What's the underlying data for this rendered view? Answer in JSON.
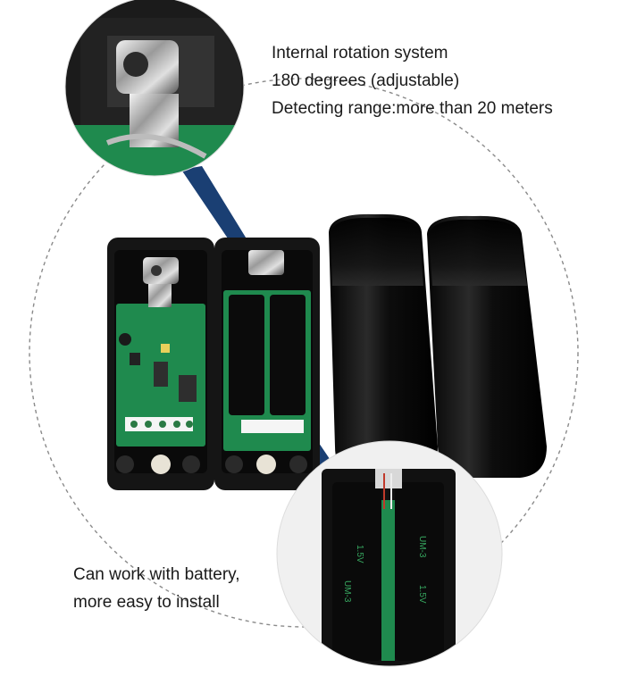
{
  "captions": {
    "top": [
      "Internal rotation system",
      "180 degrees (adjustable)",
      "Detecting range:more than 20 meters"
    ],
    "bottom": [
      "Can work with battery,",
      "more easy to install"
    ]
  },
  "board_labels": {
    "battery_top_left": "1.5V",
    "battery_top_right": "1.5V",
    "battery_cell_left": "UM-3",
    "battery_cell_right": "UM-3"
  },
  "colors": {
    "housing": "#141414",
    "pcb": "#1f8a4e",
    "connector": "#ffffff",
    "accent_pointer": "#1a3f73",
    "dashed_circle": "#8a8a8a"
  }
}
